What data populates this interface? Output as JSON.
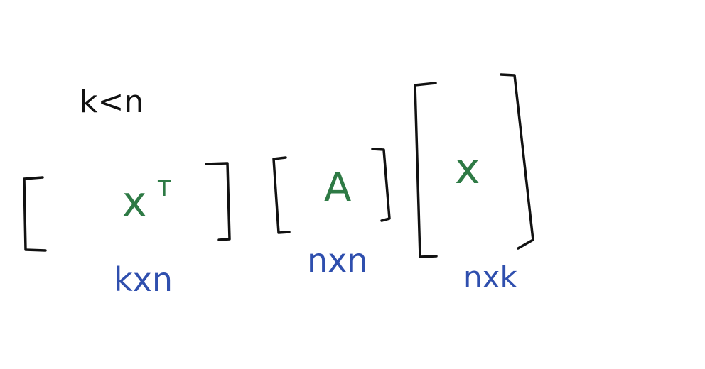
{
  "colors": {
    "ink": "#111111",
    "green": "#2e7a45",
    "blue": "#2f4fae",
    "background": "#ffffff"
  },
  "condition": "k<n",
  "matrices": [
    {
      "symbol": "x",
      "superscript": "T",
      "dims": "kxn"
    },
    {
      "symbol": "A",
      "superscript": "",
      "dims": "nxn"
    },
    {
      "symbol": "x",
      "superscript": "",
      "dims": "nxk"
    }
  ]
}
